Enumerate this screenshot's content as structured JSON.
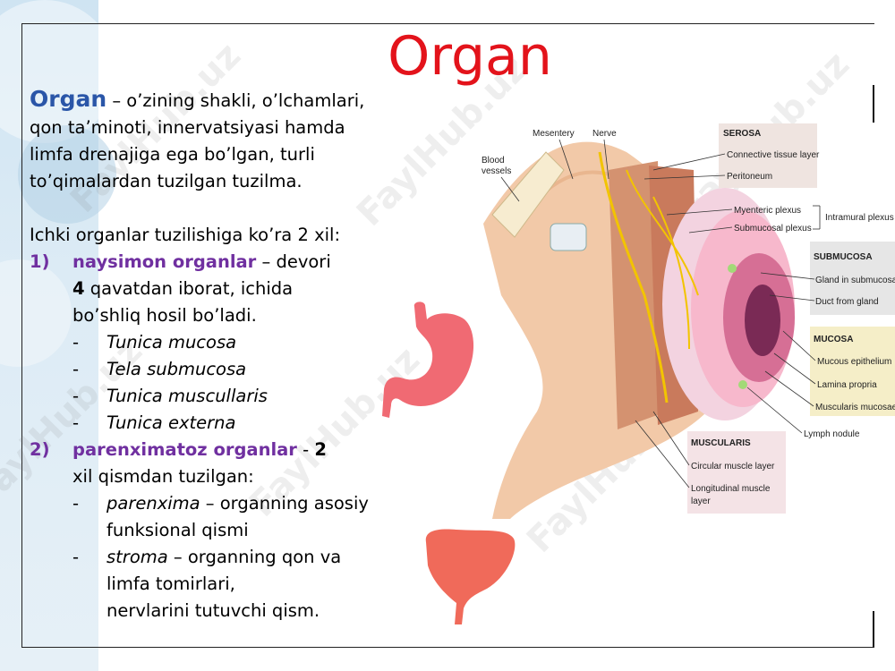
{
  "title": "Organ",
  "definition": {
    "term": "Organ",
    "line1": " – o’zining shakli, o’lchamlari,",
    "line2": "qon ta’minoti, innervatsiyasi hamda",
    "line3": "limfa drenajiga ega bo’lgan, turli",
    "line4": "to’qimalardan tuzilgan tuzilma."
  },
  "intro": "Ichki organlar tuzilishiga ko’ra 2 xil:",
  "item1": {
    "num": "1)",
    "name": "naysimon organlar",
    "rest1": " – devori",
    "bold_num": "4",
    "rest2": " qavatdan iborat, ichida",
    "rest3": "bo’shliq hosil bo’ladi.",
    "layers": [
      "Tunica mucosa",
      "Tela submucosa",
      "Tunica muscullaris",
      "Tunica externa"
    ]
  },
  "item2": {
    "num": "2)",
    "name": "parenximatoz organlar",
    "sep": " - ",
    "bold_num": "2",
    "rest1": "xil qismdan tuzilgan:",
    "parts": [
      {
        "term": "parenxima",
        "desc": " – organning asosiy",
        "desc2": "funksional qismi",
        "desc3": ""
      },
      {
        "term": "stroma",
        "desc": " – organning qon va",
        "desc2": "limfa tomirlari,",
        "desc3": "nervlarini tutuvchi qism."
      }
    ]
  },
  "watermark": "FaylHub.uz",
  "diagram": {
    "labels": {
      "mesentery": "Mesentery",
      "nerve": "Nerve",
      "blood1": "Blood",
      "blood2": "vessels",
      "serosa": "SEROSA",
      "connective": "Connective tissue layer",
      "peritoneum": "Peritoneum",
      "myenteric": "Myenteric plexus",
      "submucosal_plexus": "Submucosal plexus",
      "intramural": "Intramural plexus",
      "submucosa": "SUBMUCOSA",
      "gland": "Gland in submucosa",
      "duct": "Duct from gland",
      "mucosa": "MUCOSA",
      "epithelium": "Mucous epithelium",
      "lamina": "Lamina propria",
      "muscularis_mucosae": "Muscularis mucosae",
      "lymph": "Lymph nodule",
      "muscularis": "MUSCULARIS",
      "circular": "Circular muscle layer",
      "longitudinal1": "Longitudinal muscle",
      "longitudinal2": "layer"
    }
  },
  "colors": {
    "title": "#e3131b",
    "term": "#2a56a8",
    "accent": "#7030a0",
    "stomach": "#f06a73",
    "liver": "#f06a5a"
  }
}
